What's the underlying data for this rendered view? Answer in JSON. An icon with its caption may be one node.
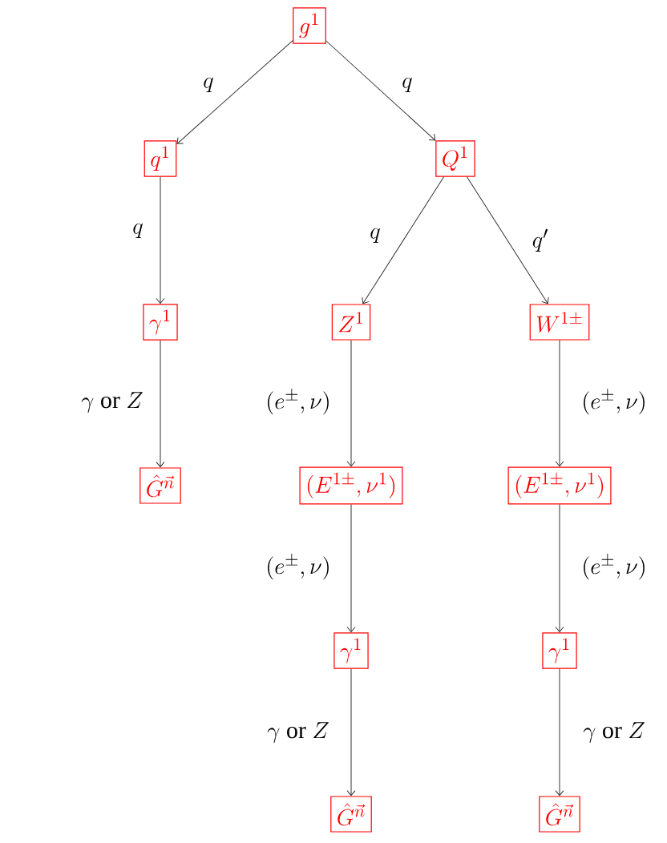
{
  "diagram": {
    "nodes": [
      {
        "text": [
          "g^1"
        ]
      },
      {
        "text": [
          "q^1"
        ]
      },
      {
        "text": [
          "Q^1"
        ]
      },
      {
        "text": [
          "\\gamma^1"
        ]
      },
      {
        "text": [
          "Z^1"
        ]
      },
      {
        "text": [
          "W^{1\\pm}"
        ]
      },
      {
        "text": [
          "\\hat{G}^{\\vec{n}}"
        ]
      },
      {
        "text": [
          "(E^{1\\pm},\\nu^1)"
        ]
      },
      {
        "text": [
          "(E^{1\\pm},\\nu^1)"
        ]
      },
      {
        "text": [
          "\\gamma^1"
        ]
      },
      {
        "text": [
          "\\gamma^1"
        ]
      },
      {
        "text": [
          "\\hat{G}^{\\vec{n}}"
        ]
      },
      {
        "text": [
          "\\hat{G}^{\\vec{n}}"
        ]
      }
    ],
    "edges": [
      {
        "from": 0,
        "to": 1,
        "arrow": "to",
        "label": "q"
      },
      {
        "from": 0,
        "to": 2,
        "arrow": "to",
        "label": "q"
      },
      {
        "from": 1,
        "to": 3,
        "arrow": "to",
        "label": "q"
      },
      {
        "from": 2,
        "to": 4,
        "arrow": "to",
        "label": "q"
      },
      {
        "from": 2,
        "to": 5,
        "arrow": "to",
        "label": "q'"
      },
      {
        "from": 3,
        "to": 6,
        "arrow": "to",
        "label": "\\gamma\\ \\mathrm{or}\\ Z"
      },
      {
        "from": 4,
        "to": 7,
        "arrow": "to",
        "label": "(e^\\pm,\\nu)"
      },
      {
        "from": 5,
        "to": 8,
        "arrow": "to",
        "label": "(e^\\pm,\\nu)"
      },
      {
        "from": 7,
        "to": 9,
        "arrow": "to",
        "label": "(e^\\pm,\\nu)"
      },
      {
        "from": 8,
        "to": 10,
        "arrow": "to",
        "label": "(e^\\pm,\\nu)"
      },
      {
        "from": 9,
        "to": 11,
        "arrow": "to",
        "label": "\\gamma\\ \\mathrm{or}\\ Z"
      },
      {
        "from": 10,
        "to": 12,
        "arrow": "to",
        "label": "\\gamma\\ \\mathrm{or}\\ Z"
      }
    ]
  }
}
